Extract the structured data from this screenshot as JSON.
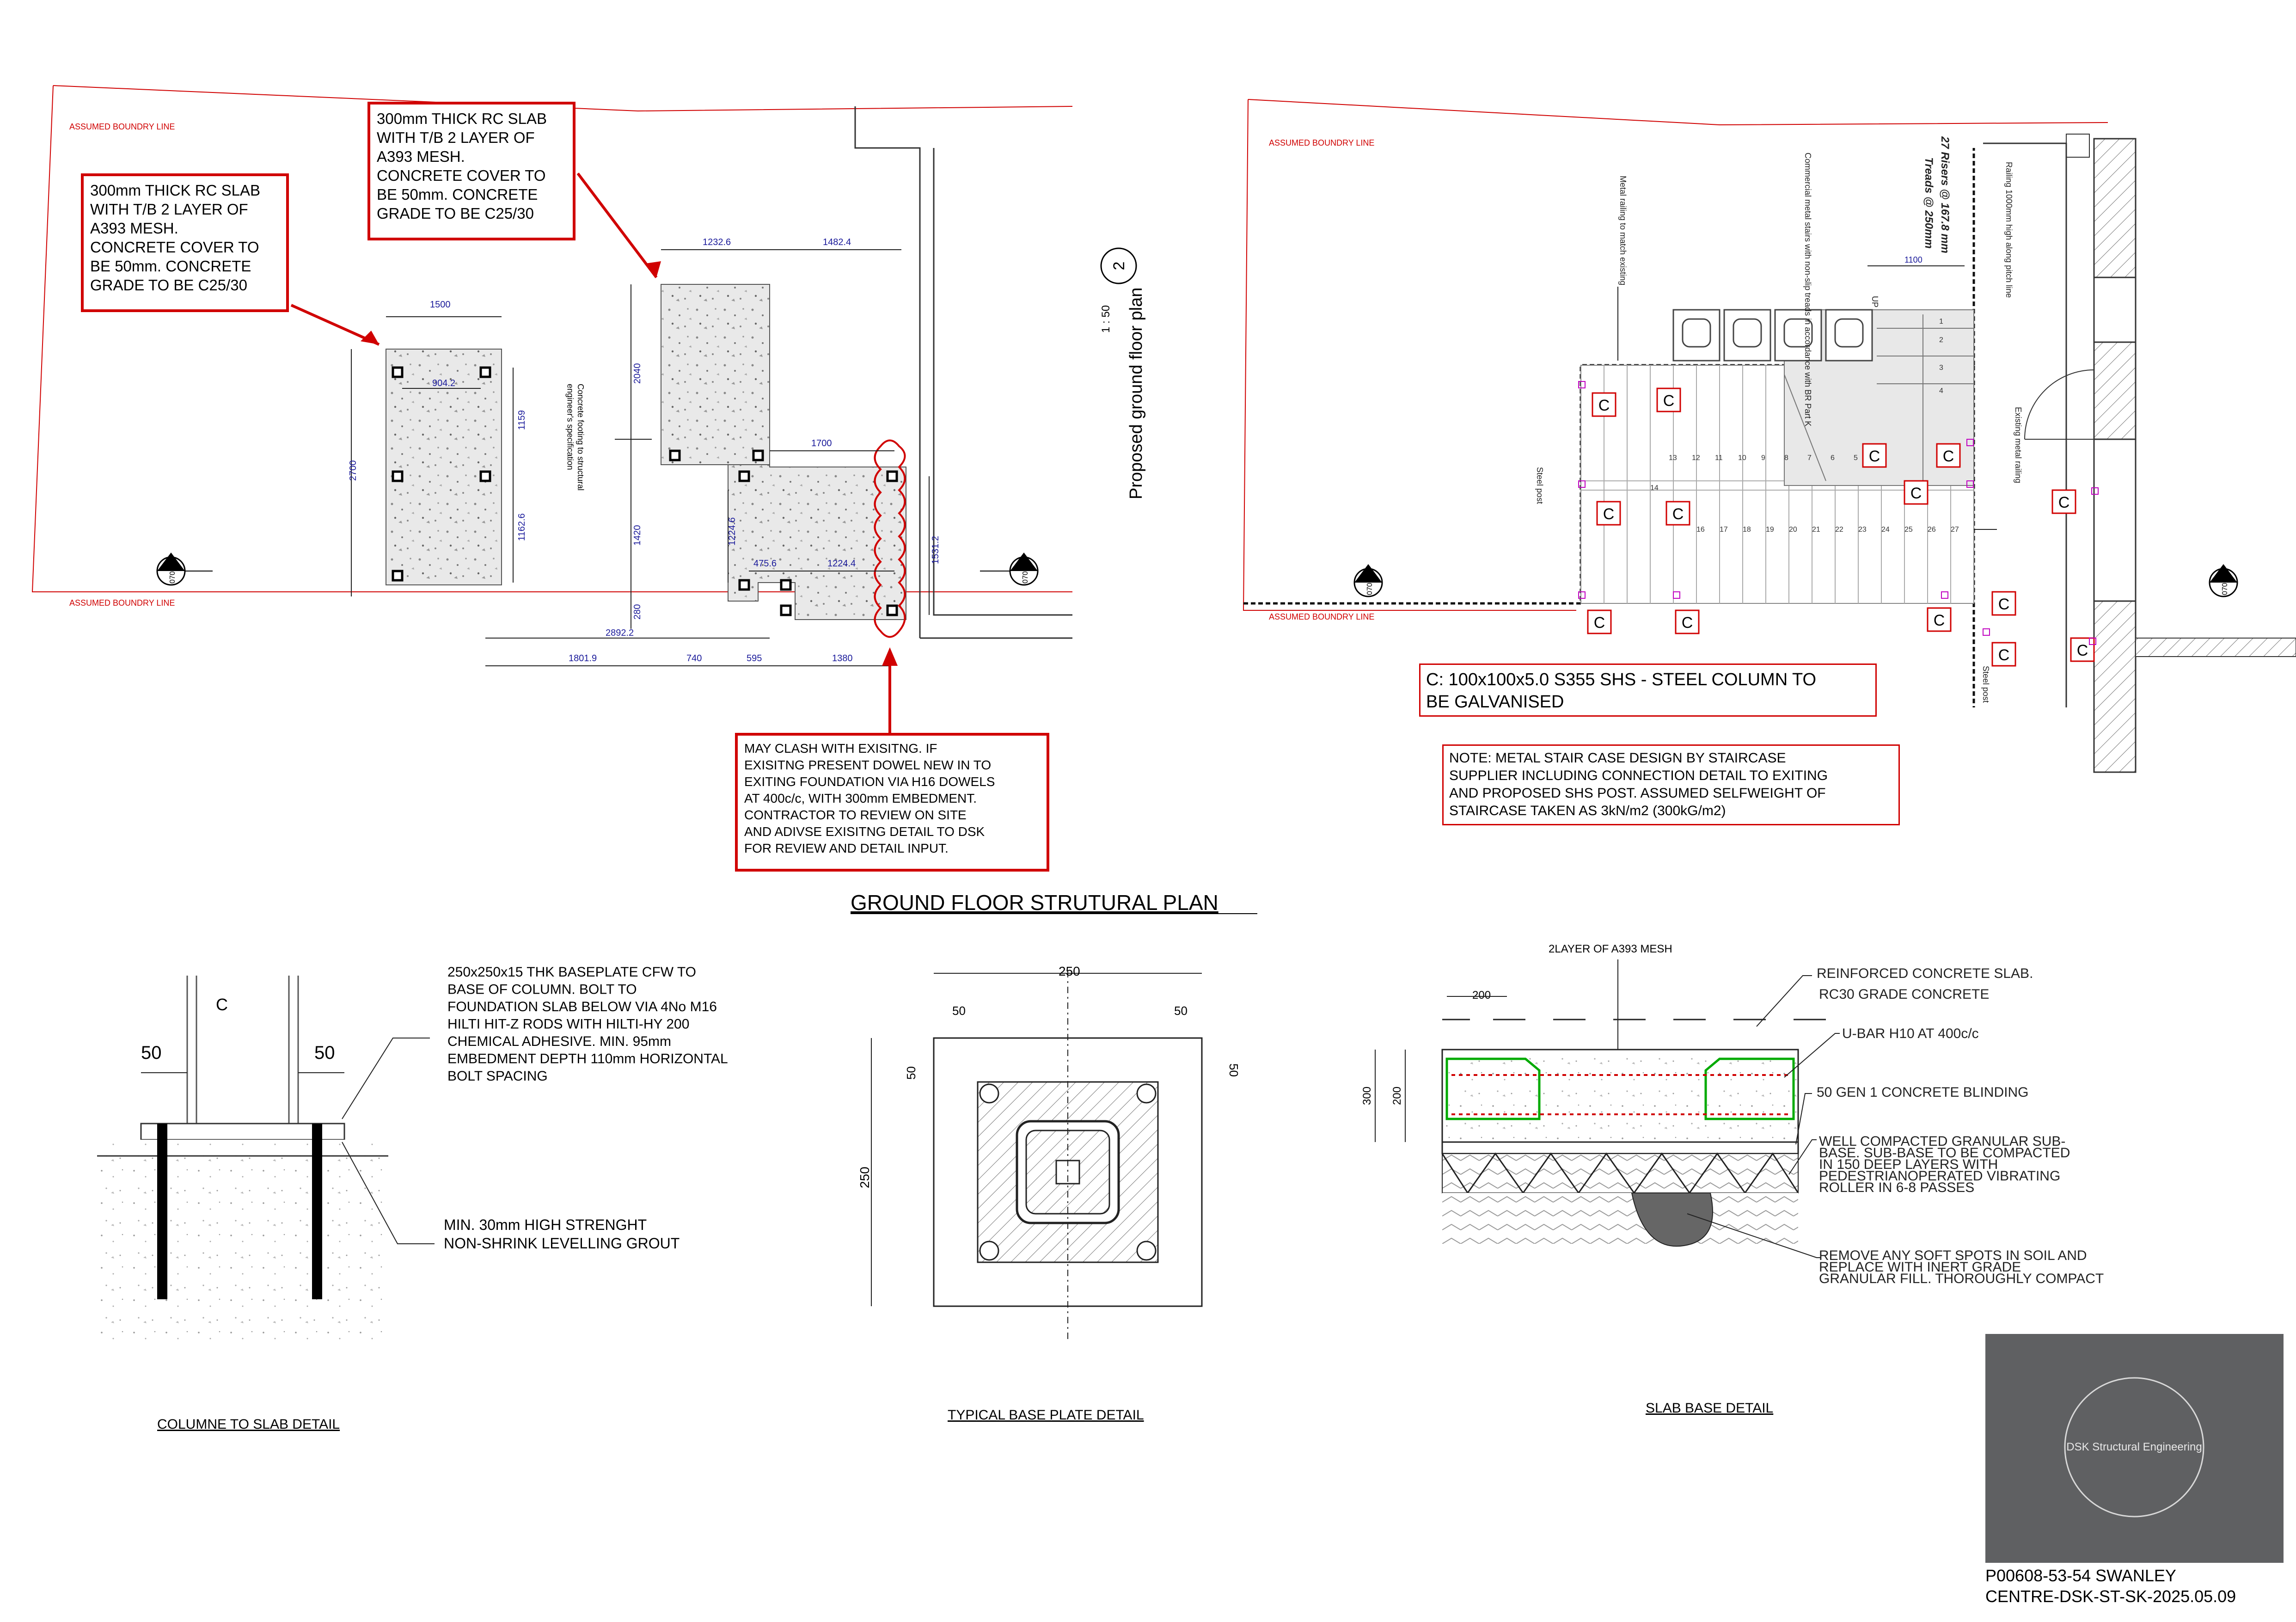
{
  "plan": {
    "boundary_labels": [
      "ASSUMED BOUNDRY LINE",
      "ASSUMED BOUNDRY LINE",
      "ASSUMED BOUNDRY LINE",
      "ASSUMED BOUNDRY LINE"
    ],
    "slab_note_left": "300mm THICK RC SLAB\nWITH T/B 2 LAYER OF\nA393 MESH.\nCONCRETE COVER TO\nBE 50mm. CONCRETE\nGRADE TO BE C25/30",
    "slab_note_right": "300mm THICK RC SLAB\nWITH T/B 2 LAYER OF\nA393 MESH.\nCONCRETE COVER TO\nBE 50mm. CONCRETE\nGRADE TO BE C25/30",
    "clash_note": "MAY CLASH WITH EXISITNG. IF\nEXISITNG PRESENT DOWEL NEW IN TO\nEXITING FOUNDATION VIA H16 DOWELS\nAT 400c/c, WITH 300mm EMBEDMENT.\nCONTRACTOR TO REVIEW ON SITE\nAND ADIVSE EXISITNG DETAIL TO DSK\nFOR REVIEW AND DETAIL INPUT.",
    "footing_note": "Concrete footing to structural\nengineer's specification",
    "dimensions": {
      "d1500": "1500",
      "d904": "904.2",
      "d2700": "2700",
      "d1159": "1159",
      "d1162": "1162.6",
      "d1232": "1232.6",
      "d1482": "1482.4",
      "d2040": "2040",
      "d1700": "1700",
      "d1420": "1420",
      "d1224": "1224.6",
      "d475": "475.6",
      "d1224b": "1224.4",
      "d1531": "1531.2",
      "d280": "280",
      "d2892": "2892.2",
      "d1801": "1801.9",
      "d740": "740",
      "d595": "595",
      "d1380": "1380"
    },
    "section_marks": [
      "070",
      "070",
      "070",
      "070"
    ],
    "view_number": "2",
    "scale": "1 : 50",
    "view_title": "Proposed ground floor plan",
    "title": "GROUND FLOOR  STRUTURAL PLAN"
  },
  "stair_plan": {
    "labels": {
      "metal_railing": "Metal railing to match existing",
      "commercial_stairs": "Commercial metal stairs with non-slip\ntreads in accordance with BR Part K",
      "risers": "27 Risers @ 167.8 mm",
      "treads": "Treads @ 250mm",
      "railing_1000": "Railing 1000mm high along pitch line",
      "existing_railing": "Existing metal railing",
      "steel_post_1": "Steel post",
      "steel_post_2": "Steel post",
      "up": "UP",
      "d1100": "1100"
    },
    "column_mark": "C",
    "column_note": "C: 100x100x5.0 S355 SHS - STEEL COLUMN TO\nBE GALVANISED",
    "stair_note": "NOTE: METAL STAIR CASE DESIGN BY STAIRCASE\nSUPPLIER INCLUDING CONNECTION DETAIL TO EXITING\nAND PROPOSED SHS POST. ASSUMED SELFWEIGHT OF\nSTAIRCASE TAKEN AS 3kN/m2 (300kG/m2)",
    "tread_numbers_top": [
      "1",
      "2",
      "3",
      "4"
    ],
    "tread_numbers_mid": [
      "5",
      "6",
      "7",
      "8",
      "9",
      "10",
      "11",
      "12",
      "13"
    ],
    "tread_numbers_low": [
      "14",
      "15",
      "16",
      "17",
      "18",
      "19",
      "20",
      "21",
      "22",
      "23",
      "24",
      "25",
      "26",
      "27"
    ]
  },
  "column_detail": {
    "mark": "C",
    "dim_left": "50",
    "dim_right": "50",
    "note": "250x250x15 THK BASEPLATE CFW TO\nBASE OF COLUMN. BOLT TO\nFOUNDATION SLAB BELOW VIA 4No M16\nHILTI HIT-Z RODS WITH HILTI-HY 200\nCHEMICAL ADHESIVE. MIN. 95mm\nEMBEDMENT DEPTH 110mm HORIZONTAL\nBOLT SPACING",
    "grout_note": "MIN. 30mm HIGH STRENGHT\nNON-SHRINK LEVELLING GROUT",
    "title": "COLUMNE TO SLAB DETAIL"
  },
  "baseplate_detail": {
    "dim_top": "250",
    "dim_side": "250",
    "dim_edge_left": "50",
    "dim_edge_right": "50",
    "dim_edge_top_left": "50",
    "dim_edge_top_right": "50",
    "title": "TYPICAL BASE PLATE DETAIL"
  },
  "slab_detail": {
    "mesh_label": "2LAYER OF A393 MESH",
    "dim_200_top": "200",
    "dim_300": "300",
    "dim_200_side": "200",
    "rc_slab": "REINFORCED CONCRETE SLAB.",
    "rc_grade": "RC30 GRADE CONCRETE",
    "ubar": "U-BAR H10 AT 400c/c",
    "blinding": "50 GEN 1 CONCRETE BLINDING",
    "subbase": "WELL COMPACTED GRANULAR SUB-\nBASE. SUB-BASE TO BE COMPACTED\nIN 150 DEEP LAYERS WITH\nPEDESTRIANOPERATED VIBRATING\nROLLER IN 6-8 PASSES",
    "soft_spots": "REMOVE ANY SOFT SPOTS IN SOIL AND\nREPLACE WITH INERT GRADE\nGRANULAR FILL. THOROUGHLY COMPACT",
    "title": "SLAB BASE DETAIL"
  },
  "title_block": {
    "company": "DSK Structural Engineering",
    "reference": "P00608-53-54 SWANLEY\nCENTRE-DSK-ST-SK-2025.05.09"
  },
  "colors": {
    "redline": "#d00000",
    "dimension": "#1a1a9a",
    "logo_bg": "#5f6062",
    "mesh_green": "#00aa00"
  }
}
